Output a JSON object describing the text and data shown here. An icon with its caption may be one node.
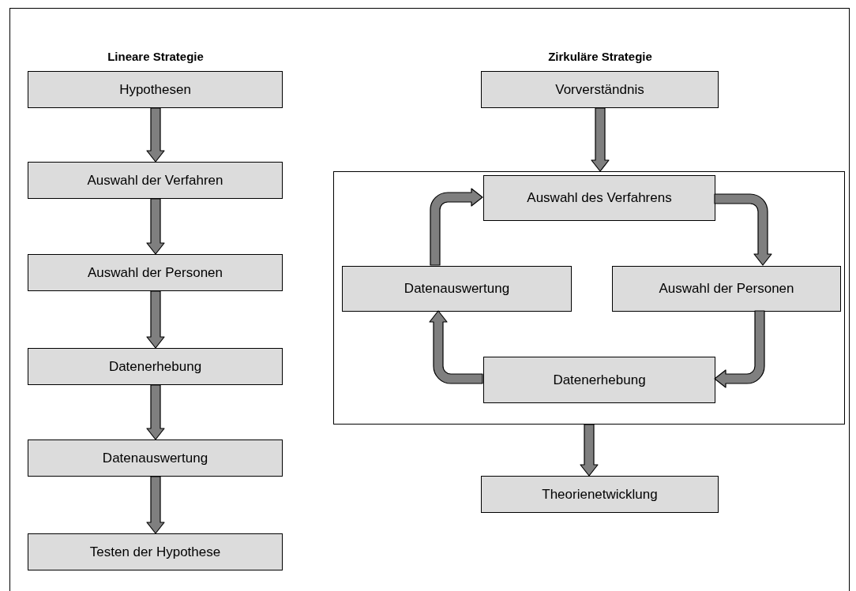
{
  "diagram": {
    "nodes": [
      {
        "text": [
          "Hypothesen"
        ]
      },
      {
        "text": [
          "Auswahl der Verfahren"
        ]
      },
      {
        "text": [
          "Auswahl der Personen"
        ]
      },
      {
        "text": [
          "Datenerhebung"
        ]
      },
      {
        "text": [
          "Datenauswertung"
        ]
      },
      {
        "text": [
          "Testen der Hypothese"
        ]
      },
      {
        "text": [
          "Vorverständnis"
        ]
      },
      {
        "text": [],
        "shape": "box"
      },
      {
        "text": [
          "Auswahl des Verfahrens"
        ],
        "in": 7
      },
      {
        "text": [
          "Datenauswertung"
        ],
        "in": 7
      },
      {
        "text": [
          "Auswahl der Personen"
        ],
        "in": 7
      },
      {
        "text": [
          "Datenerhebung"
        ],
        "in": 7
      },
      {
        "text": [
          "Theorienetwicklung"
        ]
      }
    ],
    "edges": [
      {
        "from": 0,
        "to": 1,
        "arrow": "to"
      },
      {
        "from": 1,
        "to": 2,
        "arrow": "to"
      },
      {
        "from": 2,
        "to": 3,
        "arrow": "to"
      },
      {
        "from": 3,
        "to": 4,
        "arrow": "to"
      },
      {
        "from": 4,
        "to": 5,
        "arrow": "to"
      },
      {
        "from": 6,
        "to": 7,
        "arrow": "to"
      },
      {
        "from": 8,
        "to": 10,
        "arrow": "to"
      },
      {
        "from": 10,
        "to": 11,
        "arrow": "to"
      },
      {
        "from": 11,
        "to": 9,
        "arrow": "to"
      },
      {
        "from": 9,
        "to": 8,
        "arrow": "to"
      },
      {
        "from": 7,
        "to": 12,
        "arrow": "to"
      }
    ],
    "labels": [
      "Lineare Strategie",
      "Zirkuläre Strategie"
    ]
  }
}
